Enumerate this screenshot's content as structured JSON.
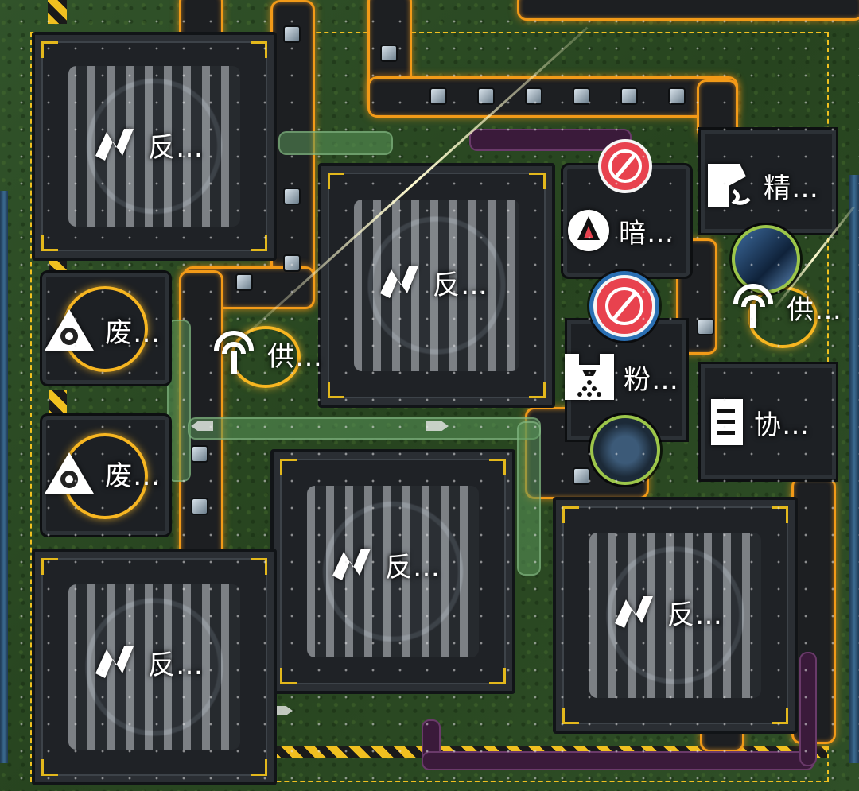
{
  "buildings": {
    "reactor_1": {
      "label": "反…",
      "icon": "reactor-icon"
    },
    "reactor_2": {
      "label": "反…",
      "icon": "reactor-icon"
    },
    "reactor_3": {
      "label": "反…",
      "icon": "reactor-icon"
    },
    "reactor_4": {
      "label": "反…",
      "icon": "reactor-icon"
    },
    "reactor_5": {
      "label": "反…",
      "icon": "reactor-icon"
    },
    "waste_1": {
      "label": "废…",
      "icon": "waste-icon"
    },
    "waste_2": {
      "label": "废…",
      "icon": "waste-icon"
    },
    "supply_1": {
      "label": "供…",
      "icon": "antenna-icon"
    },
    "supply_2": {
      "label": "供…",
      "icon": "antenna-icon"
    },
    "dark": {
      "label": "暗…",
      "icon": "drop-icon"
    },
    "refine": {
      "label": "精…",
      "icon": "refine-icon"
    },
    "crusher": {
      "label": "粉…",
      "icon": "crusher-icon"
    },
    "coop": {
      "label": "协…",
      "icon": "document-icon"
    }
  },
  "colors": {
    "belt_orange": "#f29a18",
    "hazard_yellow": "#f0c020",
    "ban_red": "#e8424e",
    "ore_ring_green": "#9cc64a",
    "ban_ring_blue": "#2a6fb3"
  }
}
